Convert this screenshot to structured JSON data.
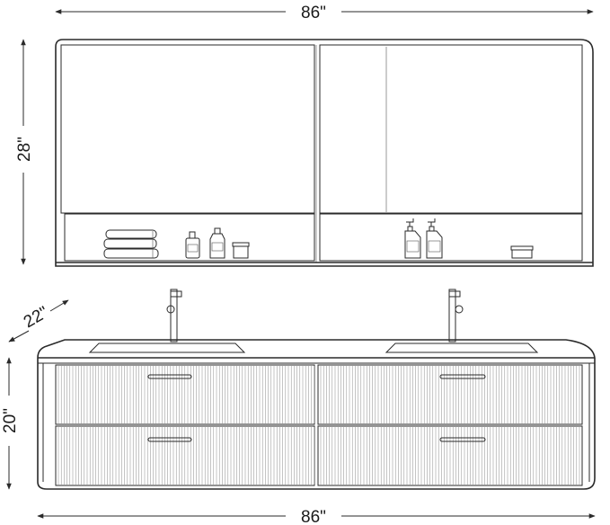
{
  "dimensions": {
    "top_width": "86\"",
    "mirror_height": "28\"",
    "vanity_depth": "22\"",
    "vanity_height": "20\"",
    "bottom_width": "86\""
  },
  "colors": {
    "stroke": "#2a2a2a",
    "background": "#ffffff"
  },
  "icons": {
    "faucet": "faucet-icon",
    "towel": "towel-stack-icon",
    "bottle": "bottle-icon",
    "jar": "jar-icon",
    "pump": "soap-pump-icon"
  }
}
